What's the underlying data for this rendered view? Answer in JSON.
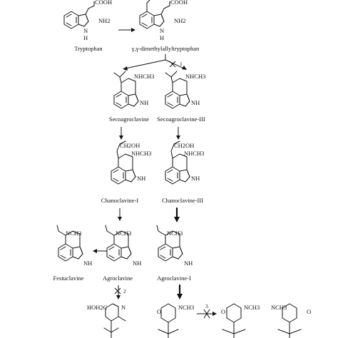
{
  "compounds": {
    "tryptophan": {
      "name": "Tryptophan",
      "group1": "COOH",
      "group2": "NH2",
      "ring_n": "N",
      "ring_h": "H"
    },
    "dmat": {
      "name": "γ,γ-dimethylallyltryptophan",
      "group1": "COOH",
      "group2": "NH2",
      "ring_n": "N",
      "ring_h": "H"
    },
    "secoagroclavine": {
      "name": "Secoagroclavine",
      "group1": "NHCH3",
      "ring_nh": "NH"
    },
    "secoagroclavine_iii": {
      "name": "Secoagroclavine-III",
      "group1": "NHCH3",
      "ring_nh": "NH"
    },
    "chanoclavine_i": {
      "name": "Chanoclavine-I",
      "group1": "CH2OH",
      "group2": "NHCH3",
      "ring_nh": "NH"
    },
    "chanoclavine_iii": {
      "name": "Chanoclavine-III",
      "group1": "CH2OH",
      "group2": "NHCH3",
      "ring_nh": "NH"
    },
    "festuclavine": {
      "name": "Festuclavine",
      "group1": "NCH3",
      "ring_nh": "NH"
    },
    "agroclavine": {
      "name": "Agroclavine",
      "group1": "NCH3",
      "ring_nh": "NH"
    },
    "agroclavine_i": {
      "name": "Agroclavine-I",
      "group1": "NCH3",
      "ring_nh": "NH"
    },
    "bottom1": {
      "group1": "HOH2C",
      "group2": "N"
    },
    "bottom2": {
      "group1": "O",
      "group2": "NCH3"
    },
    "bottom3": {
      "group1": "O",
      "group2": "NCH3"
    },
    "bottom4": {
      "group1": "NCH3",
      "group2": "O"
    }
  },
  "arrow_labels": {
    "step1": "1",
    "step2": "2",
    "step3": "3"
  }
}
